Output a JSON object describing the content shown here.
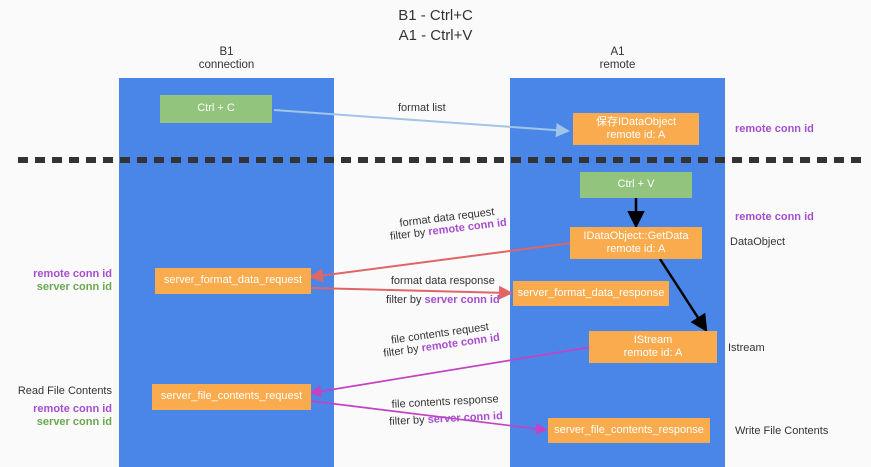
{
  "title": {
    "line1": "B1 - Ctrl+C",
    "line2": "A1 - Ctrl+V"
  },
  "lanes": [
    {
      "name": "B1",
      "sub": "connection",
      "color": "#4a86e8"
    },
    {
      "name": "A1",
      "sub": "remote",
      "color": "#4a86e8"
    }
  ],
  "boxes": {
    "ctrl_c": "Ctrl + C",
    "ctrl_v": "Ctrl + V",
    "save_dataobject_l1": "保存IDataObject",
    "save_dataobject_l2": "remote id: A",
    "getdata_l1": "IDataObject::GetData",
    "getdata_l2": "remote id: A",
    "istream_l1": "IStream",
    "istream_l2": "remote id: A",
    "server_format_data_request": "server_format_data_request",
    "server_format_data_response": "server_format_data_response",
    "server_file_contents_request": "server_file_contents_request",
    "server_file_contents_response": "server_file_contents_response"
  },
  "edge_labels": {
    "format_list": "format list",
    "format_data_request": "format data request",
    "format_data_request_filter_pre": "filter by ",
    "format_data_request_filter_key": "remote conn id",
    "format_data_response": "format data response",
    "format_data_response_filter_pre": "filter by ",
    "format_data_response_filter_key": "server conn id",
    "file_contents_request": "file contents request",
    "file_contents_request_filter_pre": "filter by ",
    "file_contents_request_filter_key": "remote conn id",
    "file_contents_response": "file contents response",
    "file_contents_response_filter_pre": "filter by ",
    "file_contents_response_filter_key": "server conn id"
  },
  "right_labels": {
    "remote_conn_id_top": "remote conn id",
    "remote_conn_id_mid": "remote conn id",
    "dataobject": "DataObject",
    "istream": "Istream",
    "write_file_contents": "Write File Contents"
  },
  "left_labels": {
    "remote_conn_id_a": "remote conn id",
    "server_conn_id_a": "server conn id",
    "read_file_contents": "Read File Contents",
    "remote_conn_id_b": "remote conn id",
    "server_conn_id_b": "server conn id"
  },
  "colors": {
    "lane": "#4a86e8",
    "green_box": "#93c47d",
    "orange_box": "#f9ab4e",
    "blue_arrow": "#9fc5e8",
    "red_arrow": "#e06666",
    "magenta_arrow": "#c343c3",
    "black_arrow": "#000000",
    "purple_text": "#a64dd0",
    "green_text": "#6aa84f",
    "divider": "#333333",
    "background": "#fafafa"
  }
}
